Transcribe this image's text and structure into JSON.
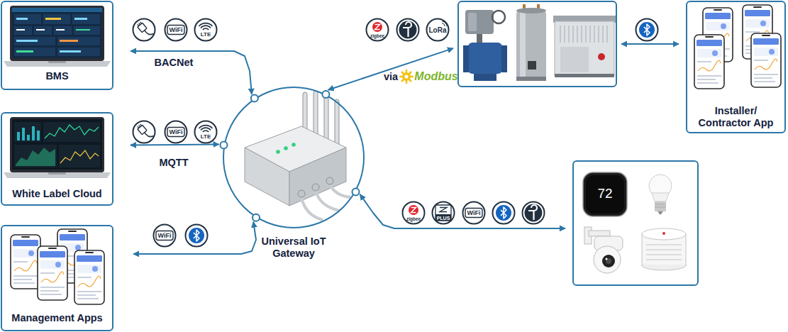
{
  "diagram": {
    "nodes": [
      {
        "text": [
          "BMS"
        ]
      },
      {
        "text": [
          "White Label Cloud"
        ]
      },
      {
        "text": [
          "Management Apps"
        ]
      },
      {
        "text": [
          "Universal IoT Gateway"
        ]
      },
      {
        "text": []
      },
      {
        "text": [
          "Installer/ Contractor App"
        ]
      },
      {
        "text": [
          "72"
        ]
      }
    ],
    "edges": [
      {
        "from": 0,
        "to": 3,
        "label": "BACNet",
        "arrow": "both"
      },
      {
        "from": 1,
        "to": 3,
        "label": "MQTT",
        "arrow": "both"
      },
      {
        "from": 2,
        "to": 3,
        "arrow": "both"
      },
      {
        "from": 3,
        "to": 4,
        "label": "via",
        "arrow": "both"
      },
      {
        "from": 4,
        "to": 5,
        "arrow": "both"
      },
      {
        "from": 3,
        "to": 6,
        "arrow": "both"
      }
    ],
    "labels": [
      "WiFi",
      "LTE",
      "WiFi",
      "LTE",
      "WiFi",
      "zigbee",
      "LoRa",
      "Modbus",
      "zigbee",
      "PLUS",
      "WiFi"
    ]
  }
}
